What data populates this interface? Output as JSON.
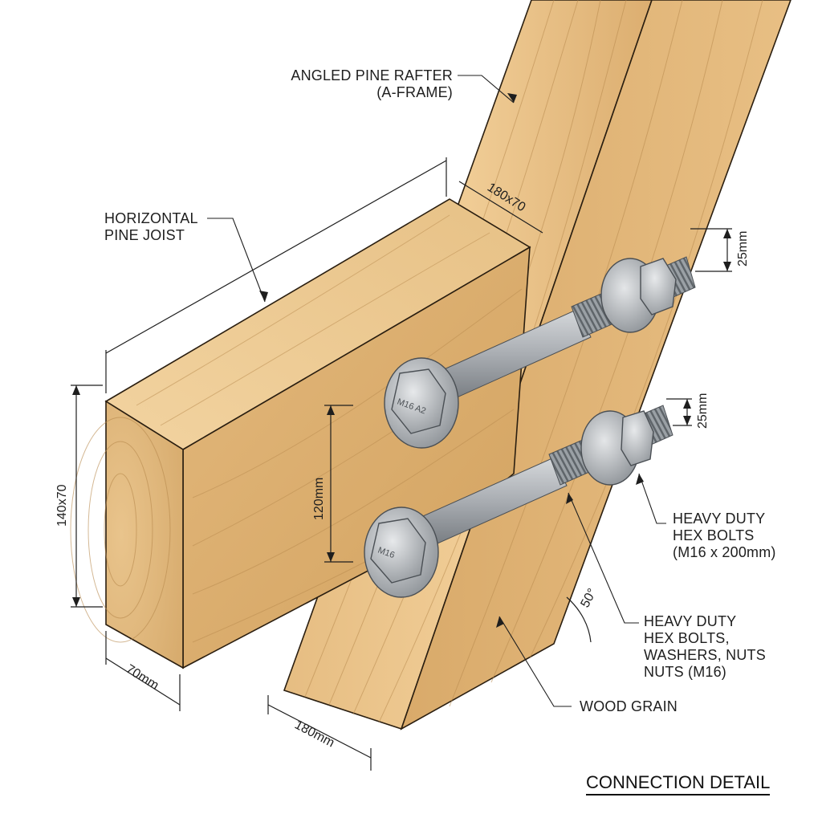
{
  "labels": {
    "rafter": "ANGLED PINE RAFTER\n(A-FRAME)",
    "joist": "HORIZONTAL\nPINE JOIST",
    "bolts": "HEAVY DUTY\nHEX BOLTS\n(M16 x 200mm)",
    "hardware": "HEAVY DUTY\nHEX BOLTS,\nWASHERS, NUTS\nNUTS (M16)",
    "grain": "WOOD GRAIN"
  },
  "dimensions": {
    "rafter_section": "180x70",
    "joist_section": "140x70",
    "bolt_spacing": "120mm",
    "joist_width": "70mm",
    "rafter_width": "180mm",
    "thread_upper": "25mm",
    "thread_lower": "25mm",
    "angle": "50°"
  },
  "bolt_markings": {
    "upper": "M16 A2",
    "lower": "M16"
  },
  "title": "CONNECTION DETAIL",
  "colors": {
    "wood_light": "#e8c48c",
    "wood_mid": "#d4a868",
    "wood_dark": "#b98a4c",
    "steel": "#a9adb2",
    "steel_dark": "#6e7378",
    "line": "#1e1e1e"
  }
}
